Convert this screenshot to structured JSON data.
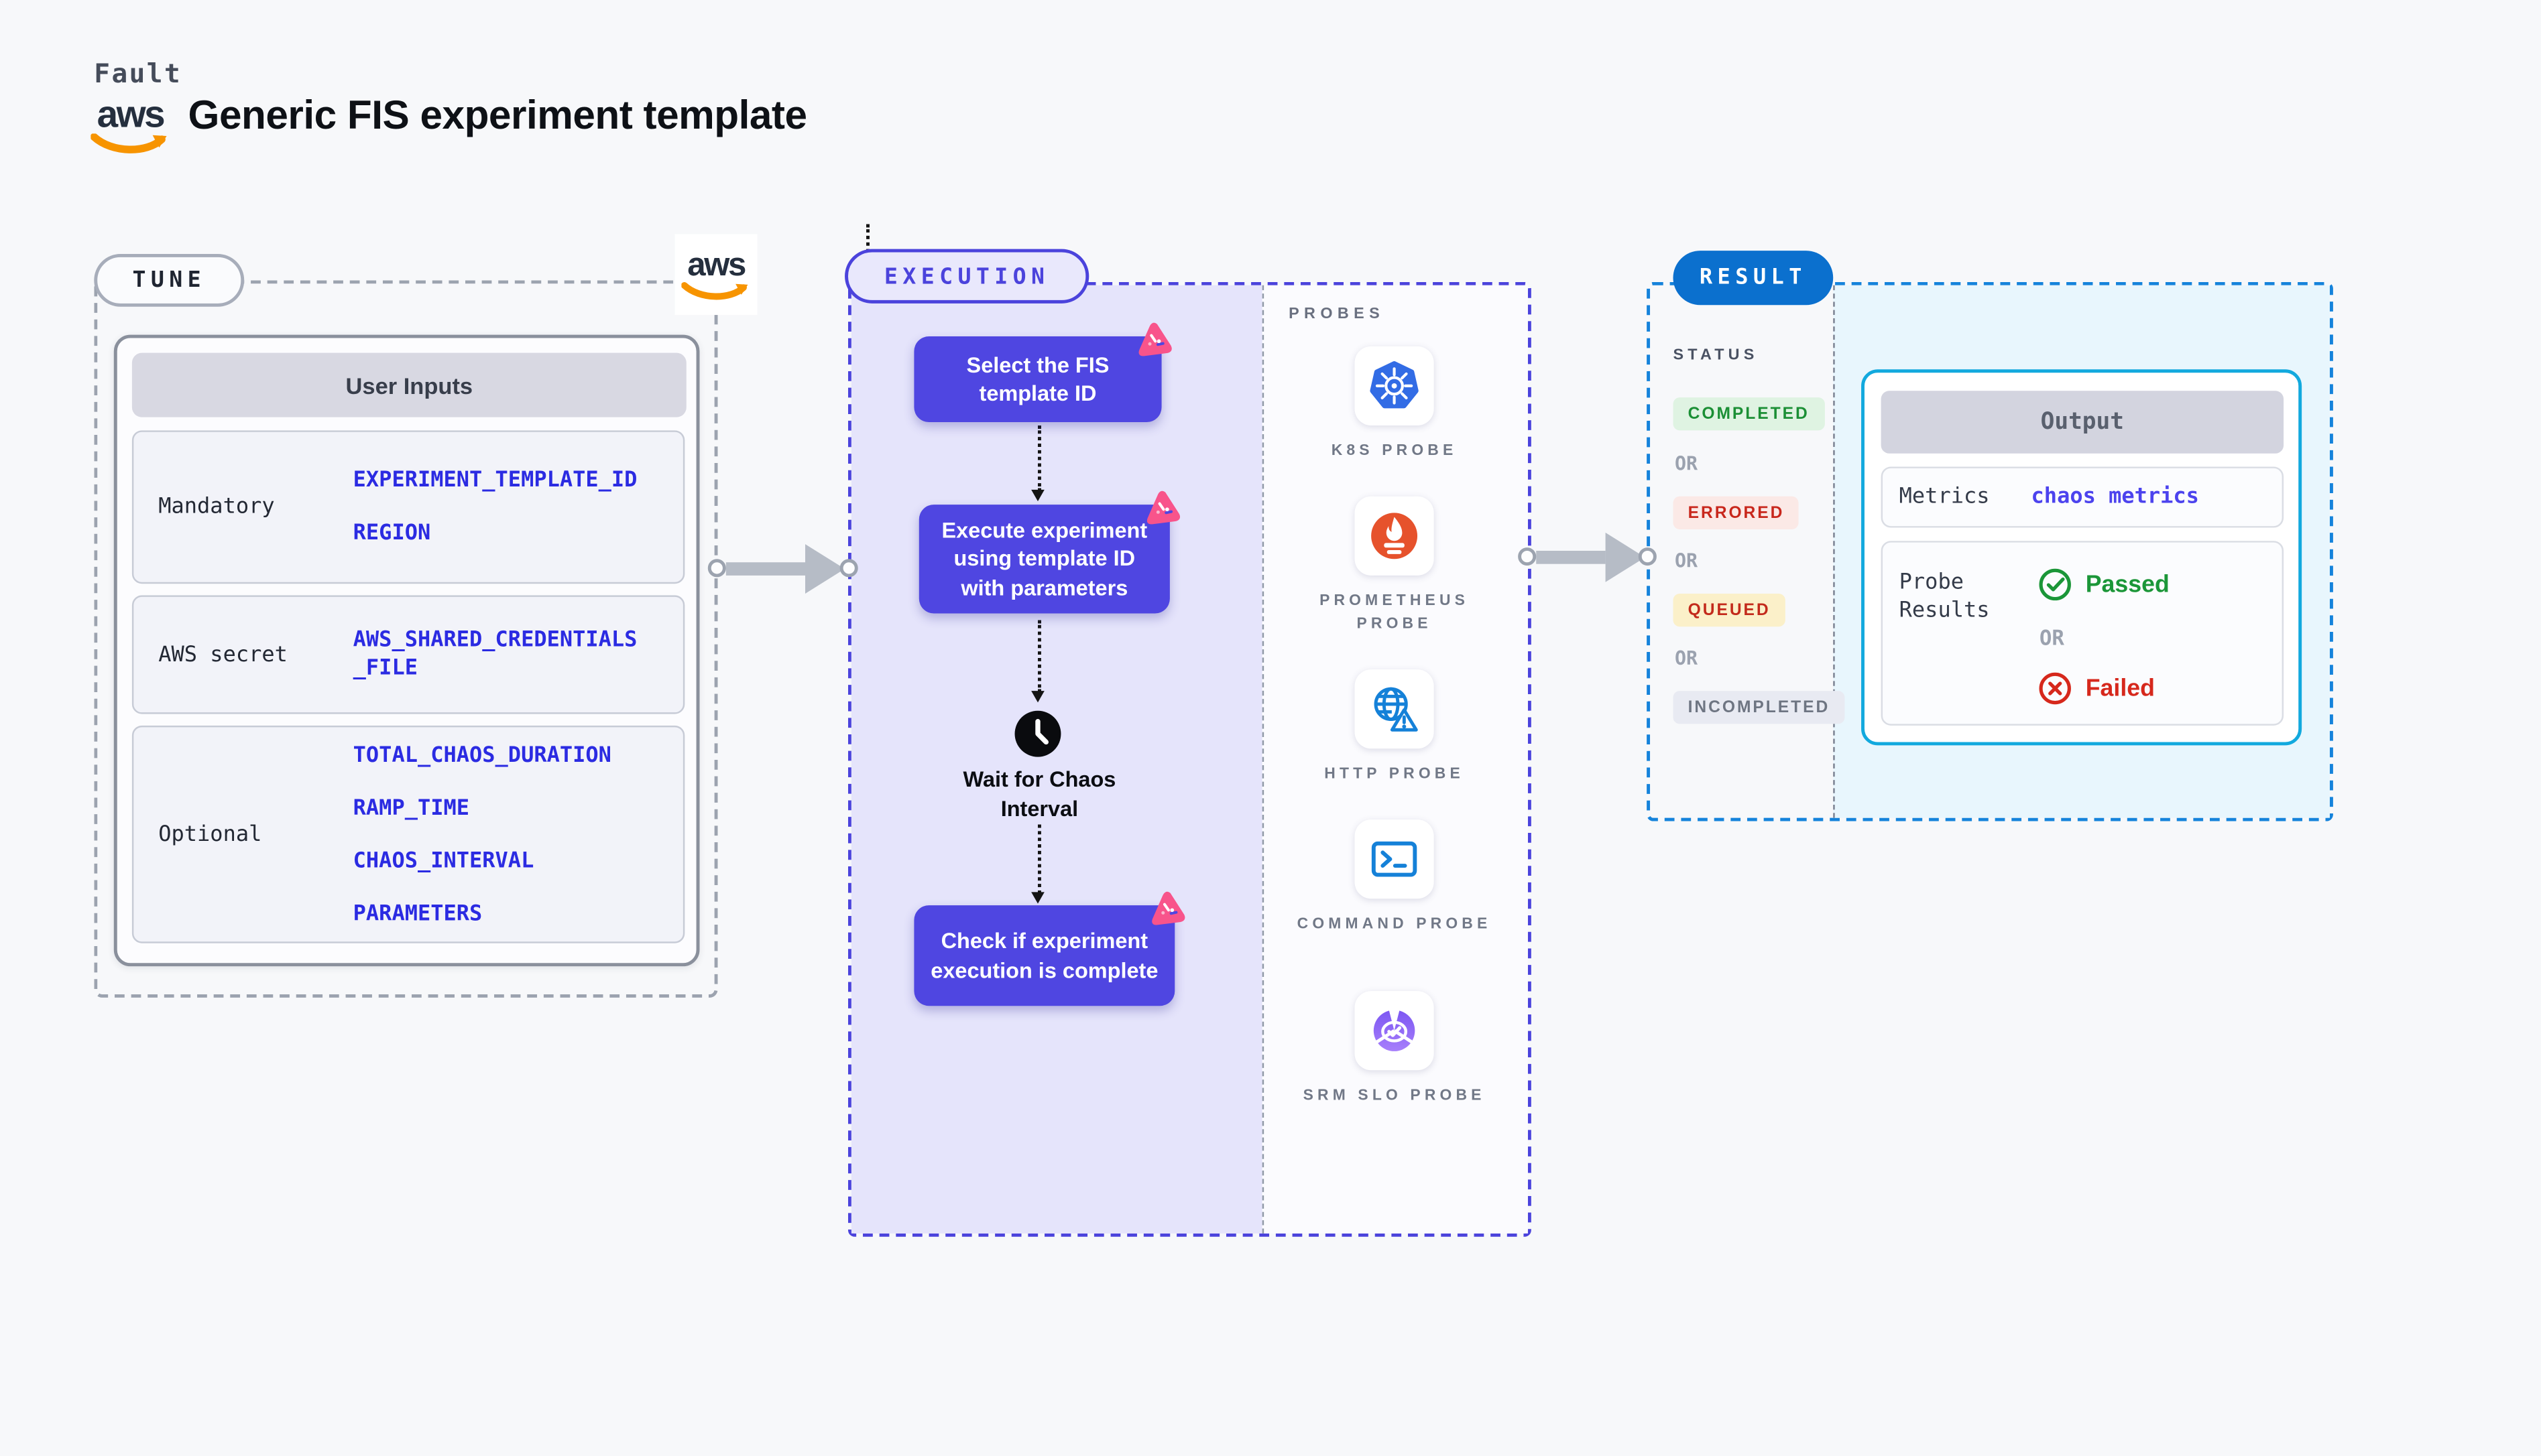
{
  "header": {
    "brand": "Fault",
    "logo_text": "aws",
    "title": "Generic FIS experiment template"
  },
  "tune": {
    "badge": "TUNE",
    "aws_logo_text": "aws",
    "user_inputs": {
      "header": "User Inputs",
      "rows": [
        {
          "label": "Mandatory",
          "values": [
            "EXPERIMENT_TEMPLATE_ID",
            "REGION"
          ]
        },
        {
          "label": "AWS secret",
          "values": [
            "AWS_SHARED_CREDENTIALS_FILE"
          ]
        },
        {
          "label": "Optional",
          "values": [
            "TOTAL_CHAOS_DURATION",
            "RAMP_TIME",
            "CHAOS_INTERVAL",
            "PARAMETERS"
          ]
        }
      ]
    }
  },
  "execution": {
    "badge": "EXECUTION",
    "steps": {
      "step1": "Select the FIS template ID",
      "step2": "Execute experiment using template ID with parameters",
      "wait": "Wait for Chaos Interval",
      "step3": "Check if experiment execution is complete"
    },
    "probes": {
      "title": "PROBES",
      "items": [
        {
          "label": "K8S PROBE",
          "icon": "kubernetes-icon"
        },
        {
          "label": "PROMETHEUS PROBE",
          "icon": "prometheus-icon"
        },
        {
          "label": "HTTP PROBE",
          "icon": "globe-warning-icon"
        },
        {
          "label": "COMMAND PROBE",
          "icon": "terminal-icon"
        },
        {
          "label": "SRM SLO PROBE",
          "icon": "slo-pie-check-icon"
        }
      ]
    }
  },
  "result": {
    "badge": "RESULT",
    "status": {
      "title": "STATUS",
      "or_label": "OR",
      "options": [
        {
          "label": "COMPLETED",
          "bg": "#DFF3E2",
          "color": "#1B8F35"
        },
        {
          "label": "ERRORED",
          "bg": "#FBE9E6",
          "color": "#C8271C"
        },
        {
          "label": "QUEUED",
          "bg": "#FBF0C9",
          "color": "#C32A1B"
        },
        {
          "label": "INCOMPLETED",
          "bg": "#E8EAF2",
          "color": "#6E7582"
        }
      ]
    },
    "output": {
      "header": "Output",
      "metrics_label": "Metrics",
      "metrics_value": "chaos metrics",
      "metrics_value_color": "#4C43EE",
      "probe_results_label": "Probe Results",
      "or_label": "OR",
      "passed_label": "Passed",
      "passed_color": "#1B9638",
      "failed_label": "Failed",
      "failed_color": "#D6281C"
    }
  },
  "colors": {
    "indigo_accent": "#4B43DC",
    "node_fill": "#4F46E1",
    "result_blue": "#0B70CE",
    "output_border_cyan": "#12A9DE",
    "fault_chip_pink": "#F8548B",
    "aws_orange": "#F79400",
    "input_value_blue": "#2B2BE2"
  }
}
